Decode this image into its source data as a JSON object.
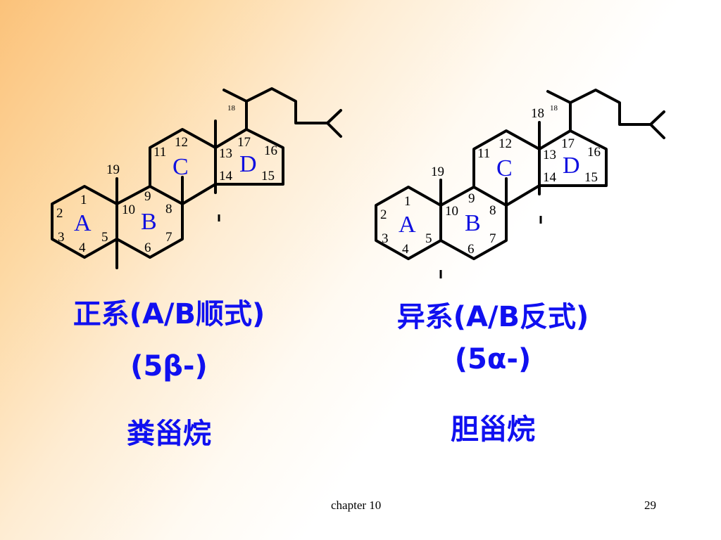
{
  "left": {
    "rings": [
      "A",
      "B",
      "C",
      "D"
    ],
    "atoms": [
      "1",
      "2",
      "3",
      "4",
      "5",
      "6",
      "7",
      "8",
      "9",
      "10",
      "11",
      "12",
      "13",
      "14",
      "15",
      "16",
      "17",
      "18",
      "19"
    ],
    "caption1": "正系(A/B顺式)",
    "caption2": "(5β-)",
    "caption3": "粪甾烷"
  },
  "right": {
    "rings": [
      "A",
      "B",
      "C",
      "D"
    ],
    "atoms": [
      "1",
      "2",
      "3",
      "4",
      "5",
      "6",
      "7",
      "8",
      "9",
      "10",
      "11",
      "12",
      "13",
      "14",
      "15",
      "16",
      "17",
      "18",
      "19"
    ],
    "label18": "18",
    "caption1": "异系(A/B反式)",
    "caption2": "(5α-)",
    "caption3": "胆甾烷"
  },
  "footer": {
    "chapter": "chapter 10",
    "page": "29"
  }
}
